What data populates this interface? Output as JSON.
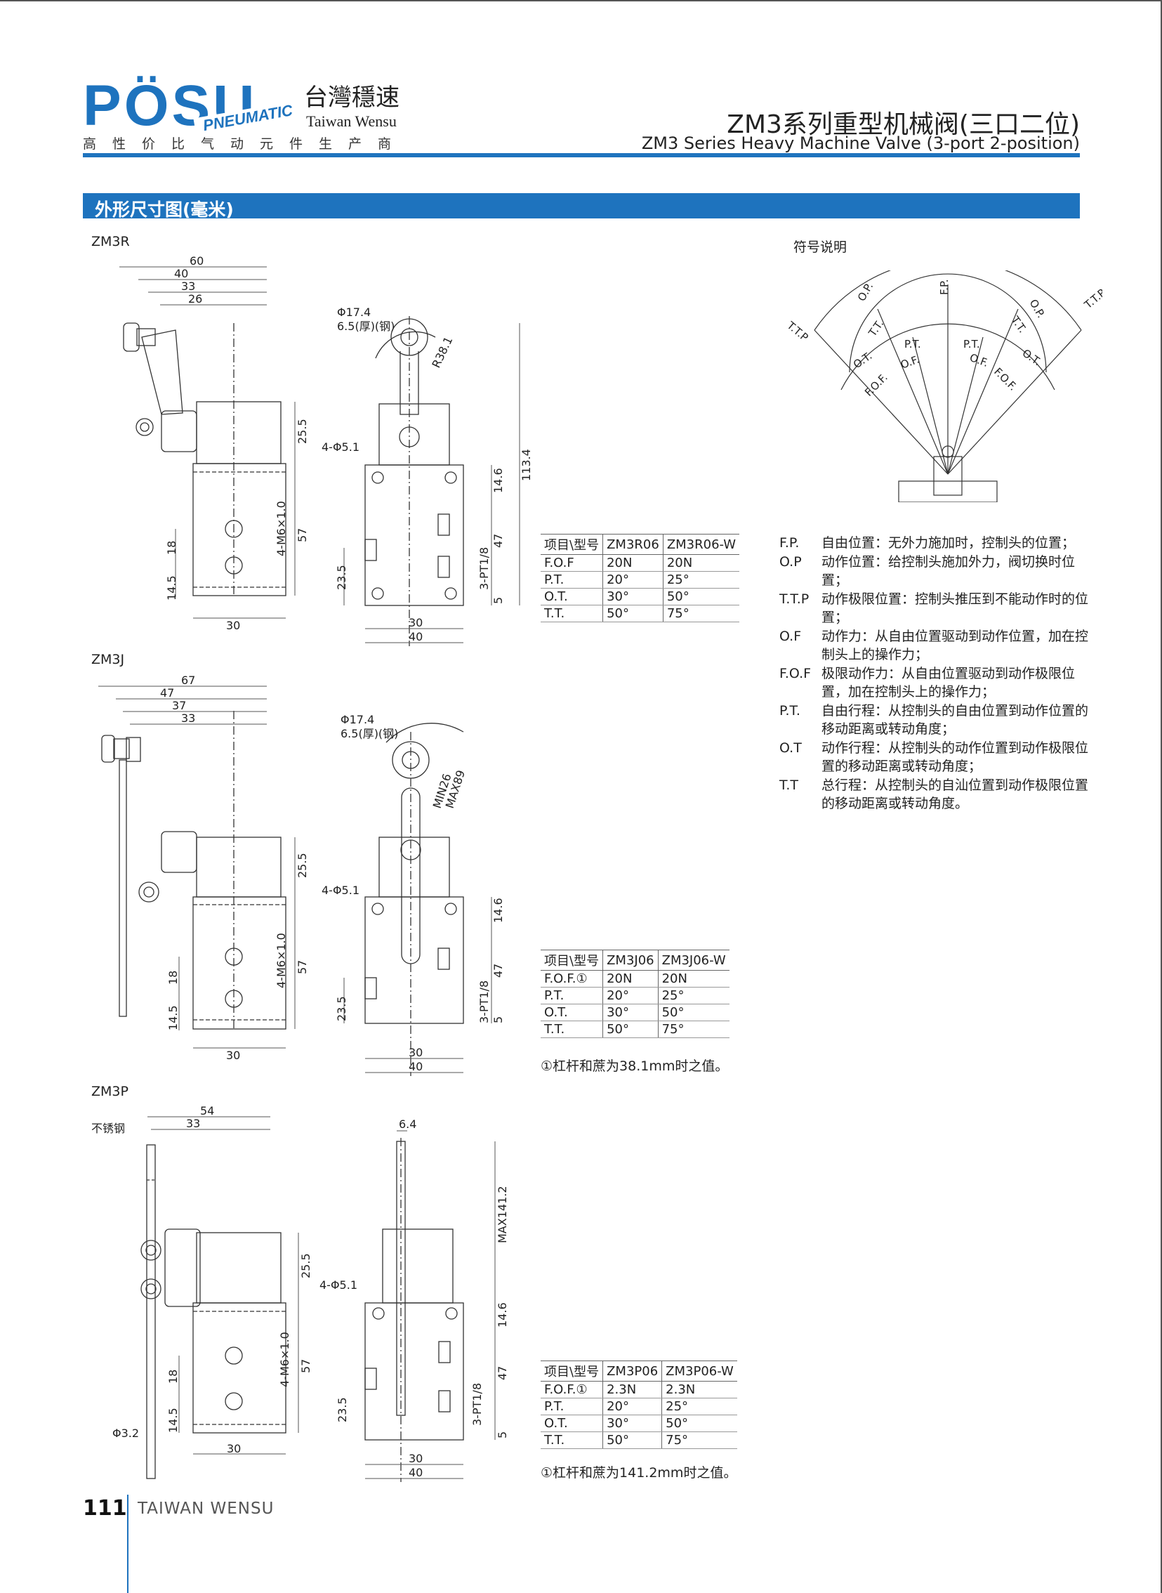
{
  "header": {
    "brand": "PÖSU",
    "brand_sub": "PNEUMATIC",
    "brand_cn": "台灣穩速",
    "brand_en": "Taiwan Wensu",
    "tagline": "高性价比气动元件生产商",
    "title_cn": "ZM3系列重型机械阀(三口二位)",
    "title_en": "ZM3 Series Heavy Machine Valve (3-port 2-position)",
    "accent_color": "#1e73be"
  },
  "section": {
    "title": "外形尺寸图(毫米)"
  },
  "models": {
    "zm3r": {
      "label": "ZM3R",
      "dims": [
        "60",
        "40",
        "33",
        "26",
        "25.5",
        "4-M6×1.0",
        "57",
        "18",
        "14.5",
        "30",
        "Φ17.4",
        "6.5(厚)(钢)",
        "R38.1",
        "4-Φ5.1",
        "14.6",
        "113.4",
        "47",
        "3-PT1/8",
        "23.5",
        "5",
        "30",
        "40"
      ],
      "table": {
        "headers": [
          "项目\\型号",
          "ZM3R06",
          "ZM3R06-W"
        ],
        "rows": [
          [
            "F.O.F",
            "20N",
            "20N"
          ],
          [
            "P.T.",
            "20°",
            "25°"
          ],
          [
            "O.T.",
            "30°",
            "50°"
          ],
          [
            "T.T.",
            "50°",
            "75°"
          ]
        ]
      }
    },
    "zm3j": {
      "label": "ZM3J",
      "dims": [
        "67",
        "47",
        "37",
        "33",
        "25.5",
        "4-M6×1.0",
        "57",
        "18",
        "14.5",
        "30",
        "Φ17.4",
        "6.5(厚)(钢)",
        "MIN26",
        "MAX89",
        "4-Φ5.1",
        "14.6",
        "47",
        "3-PT1/8",
        "23.5",
        "5",
        "30",
        "40"
      ],
      "table": {
        "headers": [
          "项目\\型号",
          "ZM3J06",
          "ZM3J06-W"
        ],
        "rows": [
          [
            "F.O.F.①",
            "20N",
            "20N"
          ],
          [
            "P.T.",
            "20°",
            "25°"
          ],
          [
            "O.T.",
            "30°",
            "50°"
          ],
          [
            "T.T.",
            "50°",
            "75°"
          ]
        ]
      },
      "note": "①杠杆和蔗为38.1mm时之值。"
    },
    "zm3p": {
      "label": "ZM3P",
      "dims": [
        "54",
        "33",
        "不锈钢",
        "25.5",
        "4-M6×1.0",
        "57",
        "18",
        "14.5",
        "Φ3.2",
        "30",
        "6.4",
        "MAX141.2",
        "4-Φ5.1",
        "14.6",
        "47",
        "3-PT1/8",
        "23.5",
        "5",
        "30",
        "40"
      ],
      "table": {
        "headers": [
          "项目\\型号",
          "ZM3P06",
          "ZM3P06-W"
        ],
        "rows": [
          [
            "F.O.F.①",
            "2.3N",
            "2.3N"
          ],
          [
            "P.T.",
            "20°",
            "25°"
          ],
          [
            "O.T.",
            "30°",
            "50°"
          ],
          [
            "T.T.",
            "50°",
            "75°"
          ]
        ]
      },
      "note": "①杠杆和蔗为141.2mm时之值。"
    }
  },
  "legend": {
    "title": "符号说明",
    "diagram_labels": [
      "T.T.P",
      "O.P.",
      "F.P.",
      "O.P.",
      "T.T.P.",
      "T.T.",
      "T.T.",
      "P.T.",
      "P.T.",
      "O.T.",
      "O.T.",
      "O.F.",
      "O.F.",
      "F.O.F.",
      "F.O.F."
    ],
    "items": [
      {
        "term": "F.P.",
        "text": "自由位置：无外力施加时，控制头的位置；"
      },
      {
        "term": "O.P",
        "text": "动作位置：给控制头施加外力，阀切换时位置；"
      },
      {
        "term": "T.T.P",
        "text": "动作极限位置：控制头推压到不能动作时的位置；"
      },
      {
        "term": "O.F",
        "text": "动作力：从自由位置驱动到动作位置，加在控制头上的操作力；"
      },
      {
        "term": "F.O.F",
        "text": "极限动作力：从自由位置驱动到动作极限位置，加在控制头上的操作力；"
      },
      {
        "term": "P.T.",
        "text": "自由行程：从控制头的自由位置到动作位置的移动距离或转动角度；"
      },
      {
        "term": "O.T",
        "text": "动作行程：从控制头的动作位置到动作极限位置的移动距离或转动角度；"
      },
      {
        "term": "T.T",
        "text": "总行程：从控制头的自汕位置到动作极限位置的移动距离或转动角度。"
      }
    ]
  },
  "footer": {
    "page": "111",
    "brand": "TAIWAN WENSU"
  }
}
